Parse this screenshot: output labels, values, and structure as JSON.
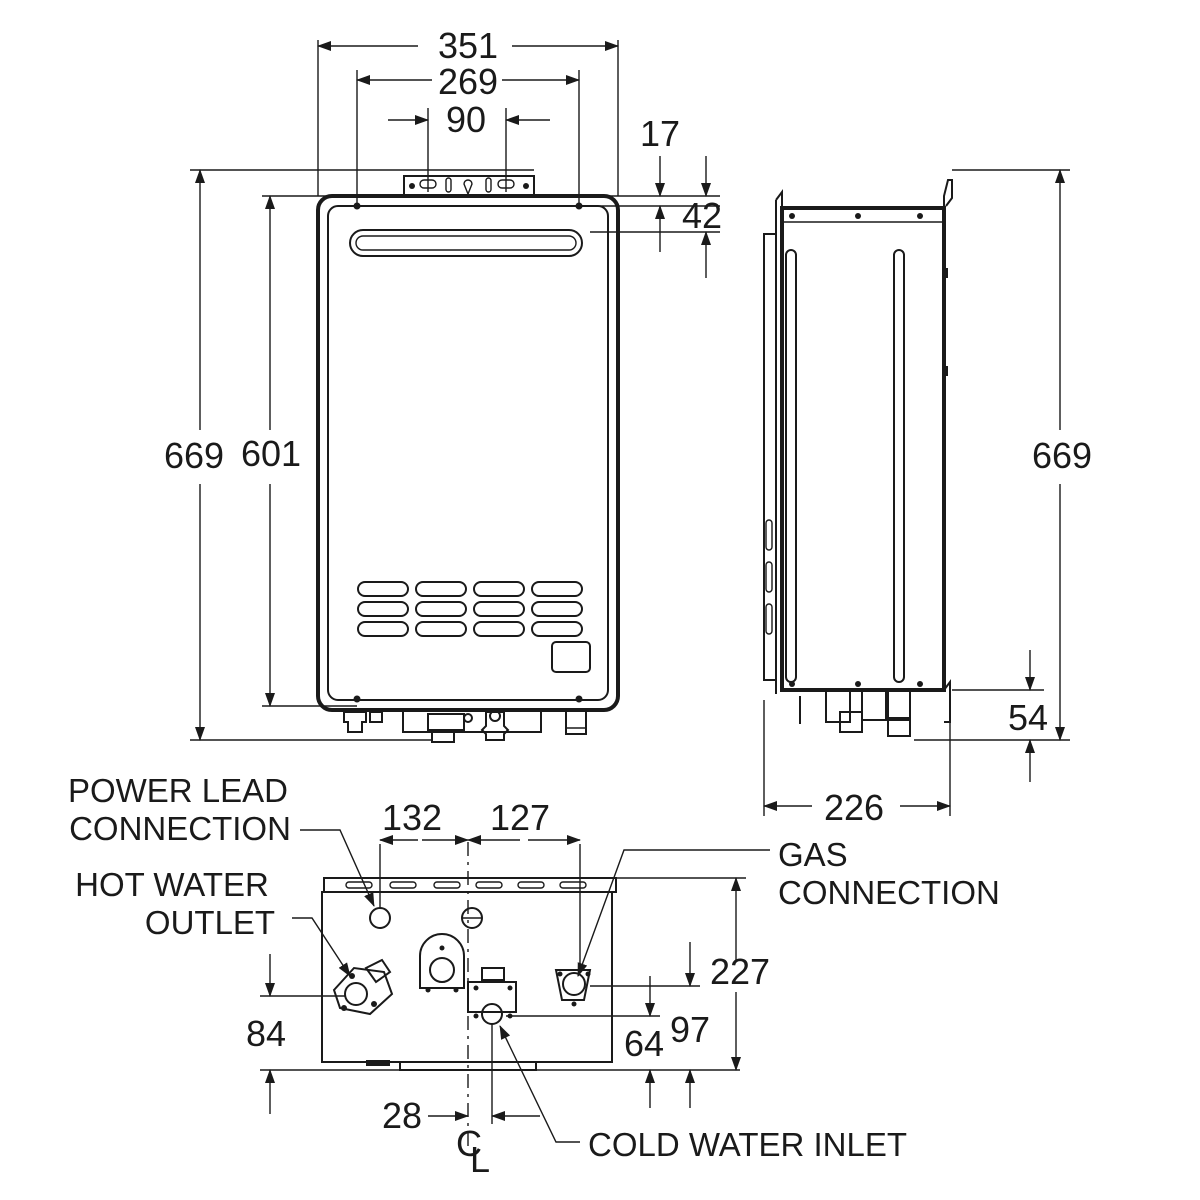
{
  "dimensions": {
    "front_width": "351",
    "bracket_hole_span": "269",
    "bracket_center_span": "90",
    "top_offset": "17",
    "top_to_hole": "42",
    "front_height": "669",
    "hole_vertical_span": "601",
    "side_height": "669",
    "bottom_clearance": "54",
    "side_depth": "226",
    "power_lead_offset": "132",
    "gas_offset": "127",
    "hot_outlet_height": "84",
    "cold_inlet_height": "64",
    "gas_height": "97",
    "bottom_depth": "227",
    "cold_inlet_offset": "28"
  },
  "labels": {
    "power_lead_line1": "POWER LEAD",
    "power_lead_line2": "CONNECTION",
    "hot_water_line1": "HOT WATER",
    "hot_water_line2": "OUTLET",
    "gas_line1": "GAS",
    "gas_line2": "CONNECTION",
    "cold_water": "COLD WATER INLET",
    "centerline": "CL"
  }
}
